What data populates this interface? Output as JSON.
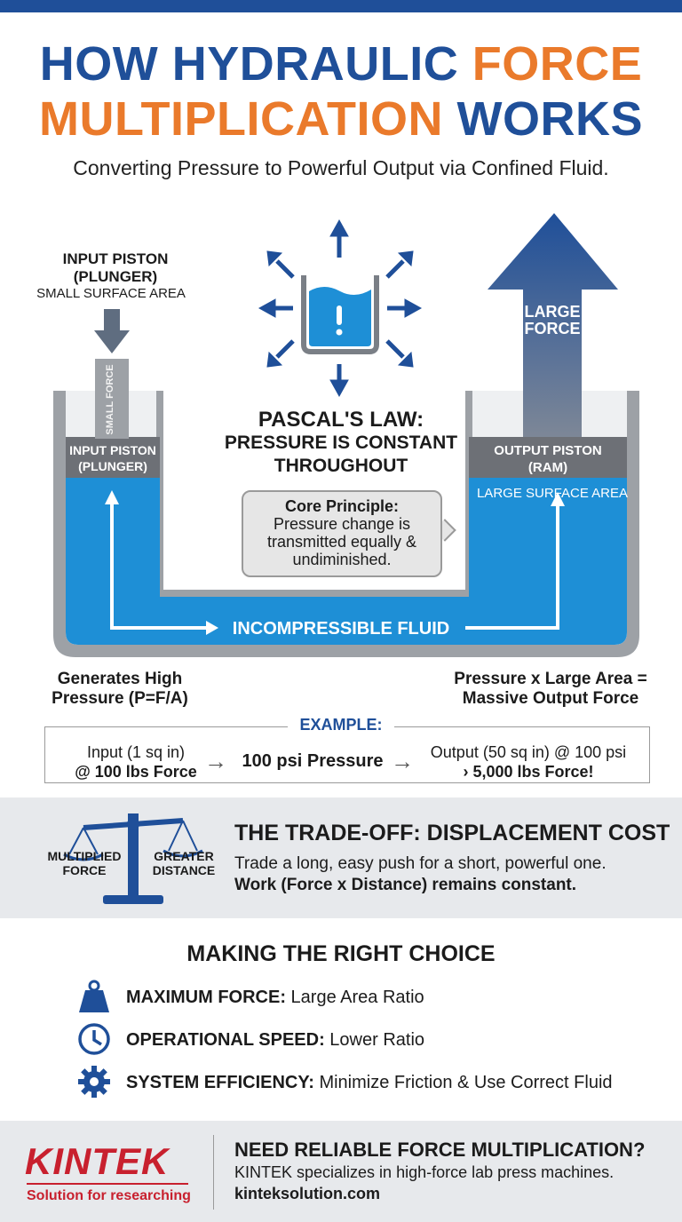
{
  "header": {
    "title_line1_part1": "HOW HYDRAULIC",
    "title_line1_part2": "FORCE",
    "title_line2_part1": "MULTIPLICATION",
    "title_line2_part2": "WORKS",
    "subtitle": "Converting Pressure to Powerful Output via Confined Fluid."
  },
  "diagram": {
    "input_title": "INPUT PISTON (PLUNGER)",
    "input_area": "SMALL SURFACE AREA",
    "small_force": "SMALL FORCE",
    "input_piston_line1": "INPUT PISTON",
    "input_piston_line2": "(PLUNGER)",
    "pascal_line1": "PASCAL'S LAW:",
    "pascal_line2": "PRESSURE IS CONSTANT",
    "pascal_line3": "THROUGHOUT",
    "core_title": "Core Principle:",
    "core_text": "Pressure change is transmitted equally & undiminished.",
    "large_force_line1": "LARGE",
    "large_force_line2": "FORCE",
    "output_piston_line1": "OUTPUT PISTON",
    "output_piston_line2": "(RAM)",
    "large_area": "LARGE SURFACE AREA",
    "fluid": "INCOMPRESSIBLE FLUID",
    "generates": "Generates High Pressure (P=F/A)",
    "pressure_output": "Pressure x Large Area = Massive Output Force"
  },
  "example": {
    "title": "EXAMPLE:",
    "input_line1": "Input (1 sq in)",
    "input_line2": "@ 100 lbs Force",
    "middle": "100 psi Pressure",
    "output_line1": "Output (50 sq in) @ 100 psi",
    "output_line2": "› 5,000 lbs Force!"
  },
  "tradeoff": {
    "left_label": "MULTIPLIED FORCE",
    "right_label": "GREATER DISTANCE",
    "title": "THE TRADE-OFF: DISPLACEMENT COST",
    "line1": "Trade a long, easy push for a short, powerful one.",
    "line2": "Work (Force x Distance) remains constant."
  },
  "choice": {
    "title": "MAKING THE RIGHT CHOICE",
    "items": [
      {
        "label": "MAXIMUM FORCE:",
        "value": "Large Area Ratio",
        "icon": "weight-icon"
      },
      {
        "label": "OPERATIONAL SPEED:",
        "value": "Lower Ratio",
        "icon": "clock-icon"
      },
      {
        "label": "SYSTEM EFFICIENCY:",
        "value": "Minimize Friction & Use Correct Fluid",
        "icon": "gear-icon"
      }
    ]
  },
  "footer": {
    "logo": "KINTEK",
    "logo_tagline": "Solution for researching",
    "title": "NEED RELIABLE FORCE MULTIPLICATION?",
    "line1": "KINTEK specializes in high-force lab press machines.",
    "url": "kinteksolution.com"
  },
  "colors": {
    "brand_blue": "#1f4f99",
    "accent_orange": "#ea7a2b",
    "fluid_blue": "#1e8fd6",
    "kintek_red": "#c8202e"
  }
}
